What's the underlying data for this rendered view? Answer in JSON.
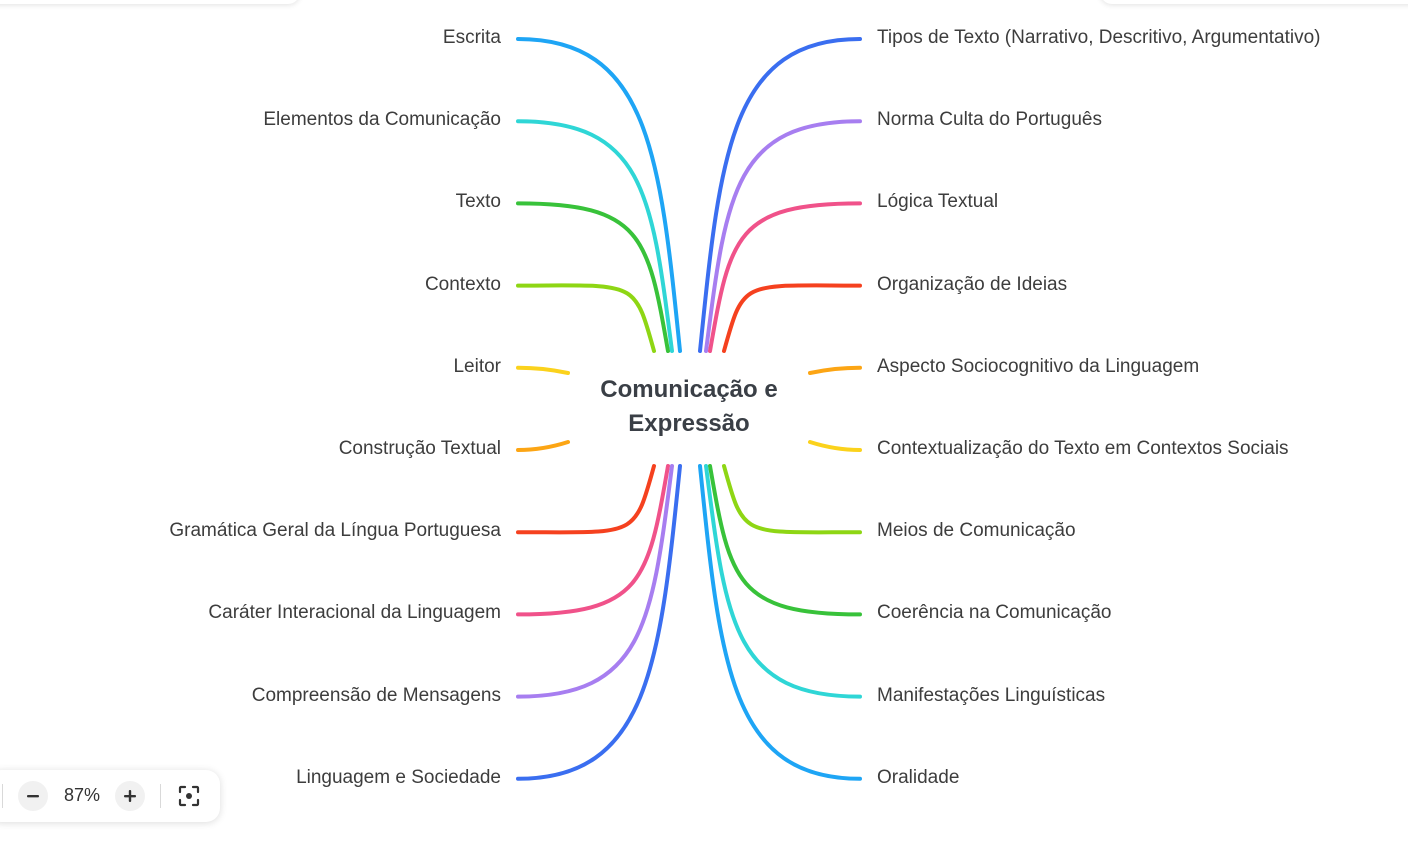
{
  "map": {
    "root": "Comunicação e Expressão",
    "left": [
      {
        "label": "Escrita",
        "color": "#1ea5f5"
      },
      {
        "label": "Elementos da Comunicação",
        "color": "#2fd6d6"
      },
      {
        "label": "Texto",
        "color": "#38c23a"
      },
      {
        "label": "Contexto",
        "color": "#8ed614"
      },
      {
        "label": "Leitor",
        "color": "#fbd21c"
      },
      {
        "label": "Construção Textual",
        "color": "#fca514"
      },
      {
        "label": "Gramática Geral da Língua Portuguesa",
        "color": "#f5411f"
      },
      {
        "label": "Caráter Interacional da Linguagem",
        "color": "#f0528a"
      },
      {
        "label": "Compreensão de Mensagens",
        "color": "#a77ef0"
      },
      {
        "label": "Linguagem e Sociedade",
        "color": "#3a6ef0"
      }
    ],
    "right": [
      {
        "label": "Tipos de Texto (Narrativo, Descritivo, Argumentativo)",
        "color": "#3a6ef0"
      },
      {
        "label": "Norma Culta do Português",
        "color": "#a77ef0"
      },
      {
        "label": "Lógica Textual",
        "color": "#f0528a"
      },
      {
        "label": "Organização de Ideias",
        "color": "#f5411f"
      },
      {
        "label": "Aspecto Sociocognitivo da Linguagem",
        "color": "#fca514"
      },
      {
        "label": "Contextualização do Texto em Contextos Sociais",
        "color": "#fbd21c"
      },
      {
        "label": "Meios de Comunicação",
        "color": "#8ed614"
      },
      {
        "label": "Coerência na Comunicação",
        "color": "#38c23a"
      },
      {
        "label": "Manifestações Linguísticas",
        "color": "#2fd6d6"
      },
      {
        "label": "Oralidade",
        "color": "#1ea5f5"
      }
    ]
  },
  "zoom": {
    "value": "87%",
    "minus_icon": "minus-icon",
    "plus_icon": "plus-icon",
    "fit_icon": "fit-to-screen-icon"
  }
}
